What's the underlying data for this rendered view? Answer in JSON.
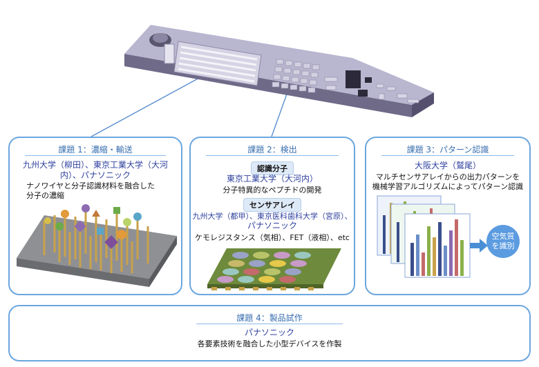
{
  "panel1": {
    "title": "課題 1：濃縮・輸送",
    "institutions": "九州大学（柳田）、東京工業大学（大河内）、パナソニック",
    "description_line1": "ナノワイヤと分子認識材料を融合した",
    "description_line2": "分子の濃縮"
  },
  "panel2": {
    "title": "課題 2：検出",
    "tag1": "認識分子",
    "institution1": "東京工業大学（大河内）",
    "description1": "分子特異的なペプチドの開発",
    "tag2": "センサアレイ",
    "institutions2_line1": "九州大学（都甲）、東京医科歯科大学（宮原）、",
    "institutions2_line2": "パナソニック",
    "description2": "ケモレジスタンス（気相）、FET（液相）、etc"
  },
  "panel3": {
    "title": "課題 3：パターン認識",
    "institution": "大阪大学（鷲尾）",
    "description_line1": "マルチセンサアレイからの出力パターンを",
    "description_line2": "機械学習アルゴリズムによってパターン認識",
    "arrow_label_line1": "空気質",
    "arrow_label_line2": "を識別"
  },
  "panel4": {
    "title": "課題 4：製品試作",
    "institution": "パナソニック",
    "description": "各要素技術を融合した小型デバイスを作製"
  },
  "colors": {
    "panel_border": "#6aa6e0",
    "institution_text": "#2d3f9e",
    "title_text": "#3a6fb0",
    "arrow": "#4a8fd6"
  }
}
